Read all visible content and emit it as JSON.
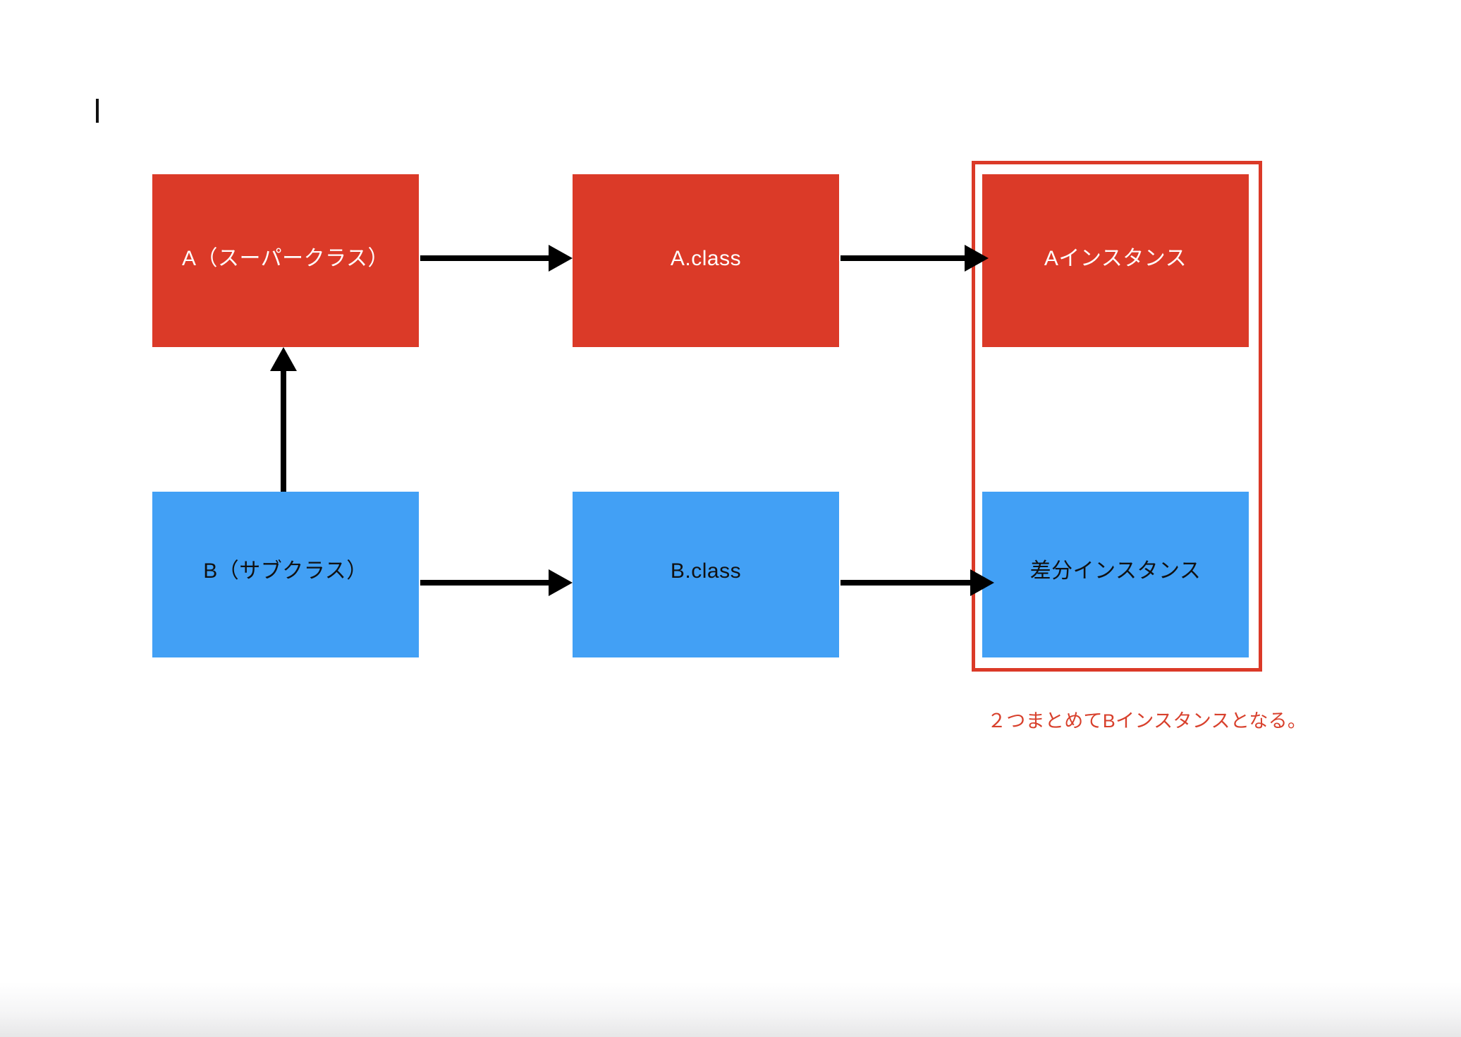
{
  "document": {
    "background_color": "#ffffff",
    "caret_visible": true
  },
  "palette": {
    "red": "#db3a28",
    "blue": "#42a0f5",
    "arrow": "#000000",
    "caption_red": "#d8402c",
    "red_text": "#ffffff",
    "blue_text": "#111111"
  },
  "diagram": {
    "type": "flow-diagram",
    "boxes": [
      {
        "id": "a-superclass",
        "label": "A（スーパークラス）",
        "color": "red",
        "row": 1,
        "column": 1
      },
      {
        "id": "a-class-file",
        "label": "A.class",
        "color": "red",
        "row": 1,
        "column": 2
      },
      {
        "id": "a-instance",
        "label": "Aインスタンス",
        "color": "red",
        "row": 1,
        "column": 3
      },
      {
        "id": "b-subclass",
        "label": "B（サブクラス）",
        "color": "blue",
        "row": 2,
        "column": 1
      },
      {
        "id": "b-class-file",
        "label": "B.class",
        "color": "blue",
        "row": 2,
        "column": 2
      },
      {
        "id": "difference-instance",
        "label": "差分インスタンス",
        "color": "blue",
        "row": 2,
        "column": 3
      }
    ],
    "arrows": [
      {
        "id": "a-to-aclass",
        "from": "a-superclass",
        "to": "a-class-file",
        "direction": "right"
      },
      {
        "id": "aclass-to-ainst",
        "from": "a-class-file",
        "to": "a-instance",
        "direction": "right"
      },
      {
        "id": "b-to-bclass",
        "from": "b-subclass",
        "to": "b-class-file",
        "direction": "right"
      },
      {
        "id": "bclass-to-diffinst",
        "from": "b-class-file",
        "to": "difference-instance",
        "direction": "right"
      },
      {
        "id": "b-extends-a",
        "from": "b-subclass",
        "to": "a-superclass",
        "direction": "up"
      }
    ],
    "group": {
      "id": "b-instance-group",
      "outline_color": "#db3a28",
      "members": [
        "a-instance",
        "difference-instance"
      ],
      "caption": "２つまとめてBインスタンスとなる。"
    }
  }
}
